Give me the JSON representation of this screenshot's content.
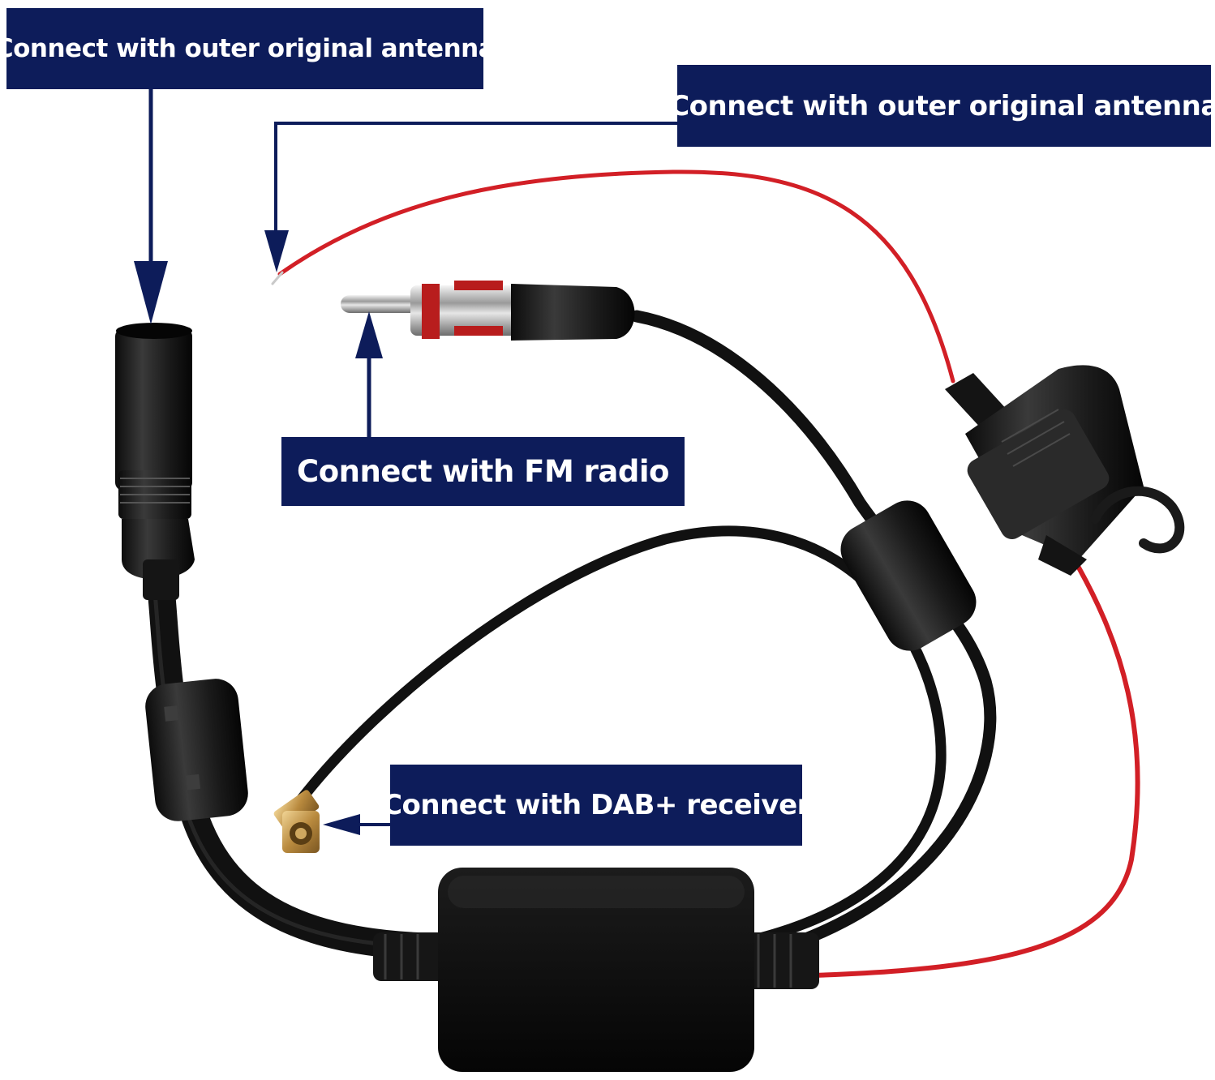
{
  "callouts": {
    "outer_antenna_left": "Connect with outer original antenna",
    "outer_antenna_right": "Connect with outer original antenna",
    "fm_radio": "Connect with FM radio",
    "dab_receiver": "Connect with DAB+ receiver"
  },
  "colors": {
    "callout_background": "#0d1c5a",
    "callout_text": "#ffffff",
    "arrow": "#0d1c5a",
    "cable": "#111111",
    "power_wire": "#d21f26",
    "smb_connector": "#c89a4a",
    "background": "#ffffff"
  }
}
